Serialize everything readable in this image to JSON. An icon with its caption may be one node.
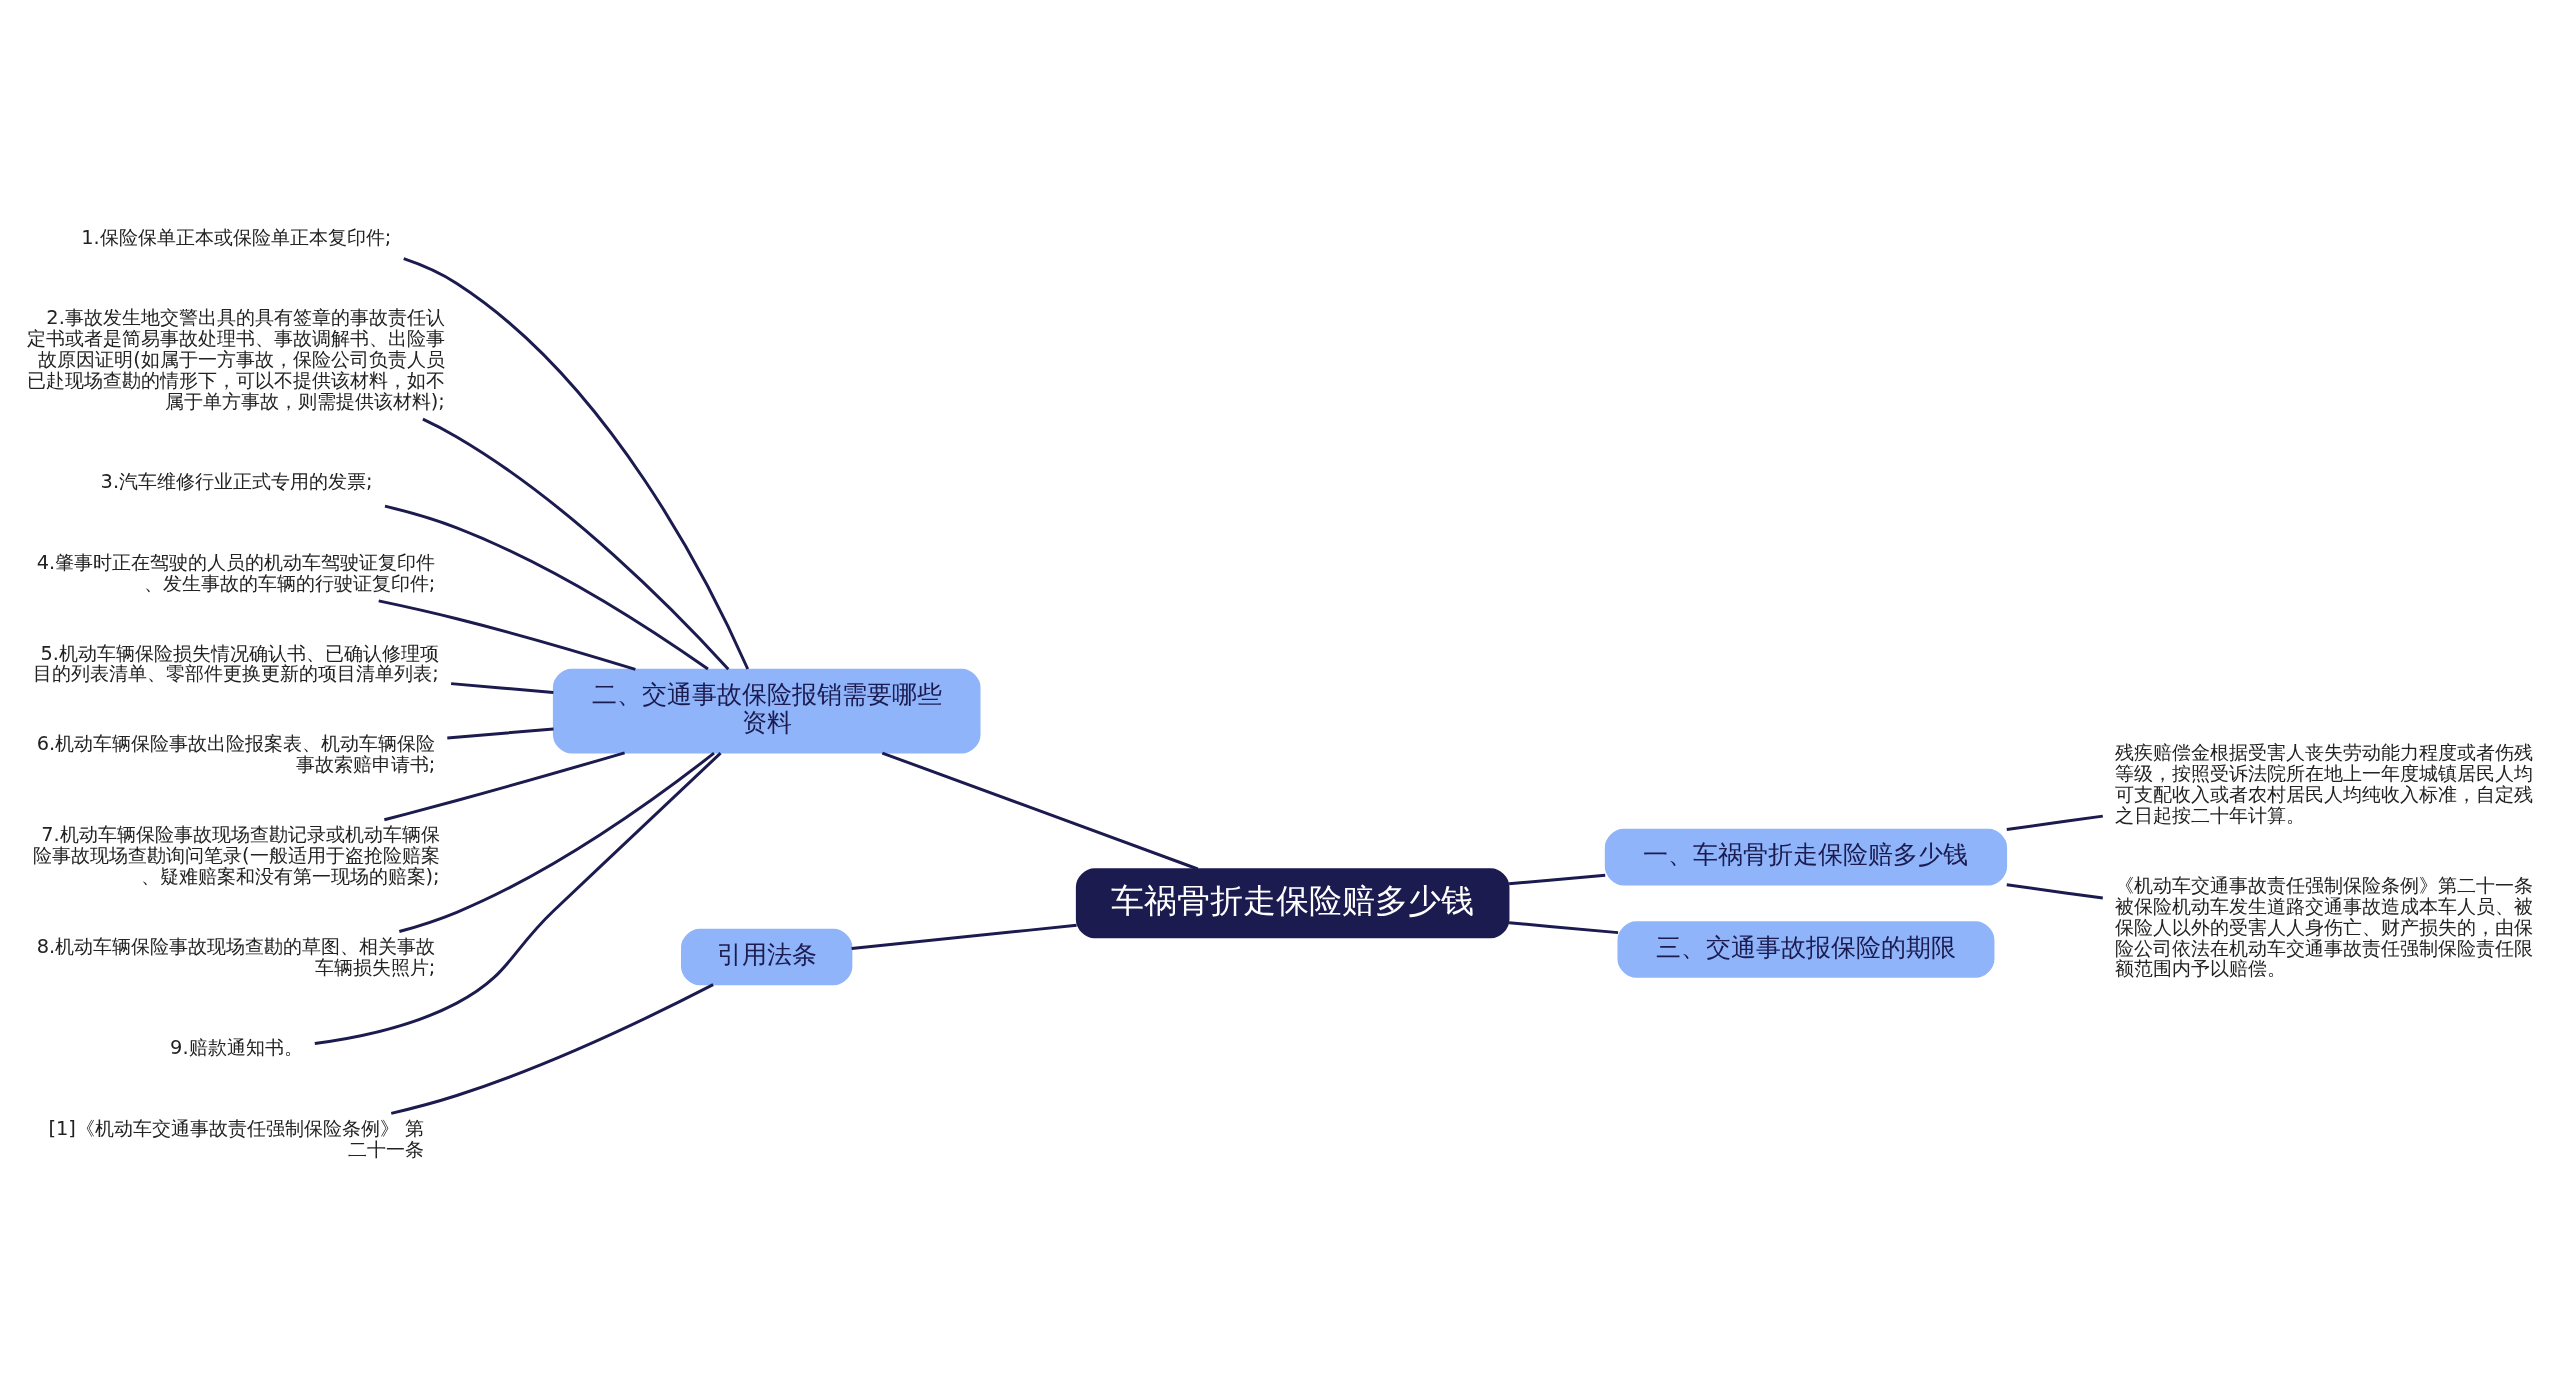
{
  "diagram": {
    "nodes": [
      {
        "text": [
          "车祸骨折走保险赔多少钱"
        ]
      },
      {
        "text": [
          "二、交通事故保险报销需要哪些资料"
        ]
      },
      {
        "text": [
          "1.保险保单正本或保险单正本复印件;"
        ]
      },
      {
        "text": [
          "2.事故发生地交警出具的具有签章的事故责任认定书或者是简易事故处理书、事故调解书、出险事故原因证明(如属于一方事故，保险公司负责人员已赴现场查勘的情形下，可以不提供该材料，如不属于单方事故，则需提供该材料);"
        ]
      },
      {
        "text": [
          "3.汽车维修行业正式专用的发票;"
        ]
      },
      {
        "text": [
          "4.肇事时正在驾驶的人员的机动车驾驶证复印件、发生事故的车辆的行驶证复印件;"
        ]
      },
      {
        "text": [
          "5.机动车辆保险损失情况确认书、已确认修理项目的列表清单、零部件更换更新的项目清单列表;"
        ]
      },
      {
        "text": [
          "6.机动车辆保险事故出险报案表、机动车辆保险事故索赔申请书;"
        ]
      },
      {
        "text": [
          "7.机动车辆保险事故现场查勘记录或机动车辆保险事故现场查勘询问笔录(一般适用于盗抢险赔案、疑难赔案和没有第一现场的赔案);"
        ]
      },
      {
        "text": [
          "8.机动车辆保险事故现场查勘的草图、相关事故车辆损失照片;"
        ]
      },
      {
        "text": [
          "9.赔款通知书。"
        ]
      },
      {
        "text": [
          "一、车祸骨折走保险赔多少钱"
        ]
      },
      {
        "text": [
          "残疾赔偿金根据受害人丧失劳动能力程度或者伤残等级，按照受诉法院所在地上一年度城镇居民人均可支配收入或者农村居民人均纯收入标准，自定残之日起按二十年计算。"
        ]
      },
      {
        "text": [
          "《机动车交通事故责任强制保险条例》第二十一条被保险机动车发生道路交通事故造成本车人员、被保险人以外的受害人人身伤亡、财产损失的，由保险公司依法在机动车交通事故责任强制保险责任限额范围内予以赔偿。"
        ]
      },
      {
        "text": [
          "三、交通事故报保险的期限"
        ]
      },
      {
        "text": [
          "引用法条"
        ]
      },
      {
        "text": [
          "[1]《机动车交通事故责任强制保险条例》 第二十一条"
        ]
      }
    ],
    "edges": [
      {
        "from": 0,
        "to": 1,
        "arrow": "none"
      },
      {
        "from": 1,
        "to": 2,
        "arrow": "none"
      },
      {
        "from": 1,
        "to": 3,
        "arrow": "none"
      },
      {
        "from": 1,
        "to": 4,
        "arrow": "none"
      },
      {
        "from": 1,
        "to": 5,
        "arrow": "none"
      },
      {
        "from": 1,
        "to": 6,
        "arrow": "none"
      },
      {
        "from": 1,
        "to": 7,
        "arrow": "none"
      },
      {
        "from": 1,
        "to": 8,
        "arrow": "none"
      },
      {
        "from": 1,
        "to": 9,
        "arrow": "none"
      },
      {
        "from": 1,
        "to": 10,
        "arrow": "none"
      },
      {
        "from": 0,
        "to": 11,
        "arrow": "none"
      },
      {
        "from": 11,
        "to": 12,
        "arrow": "none"
      },
      {
        "from": 11,
        "to": 13,
        "arrow": "none"
      },
      {
        "from": 0,
        "to": 14,
        "arrow": "none"
      },
      {
        "from": 0,
        "to": 15,
        "arrow": "none"
      },
      {
        "from": 15,
        "to": 16,
        "arrow": "none"
      }
    ]
  }
}
